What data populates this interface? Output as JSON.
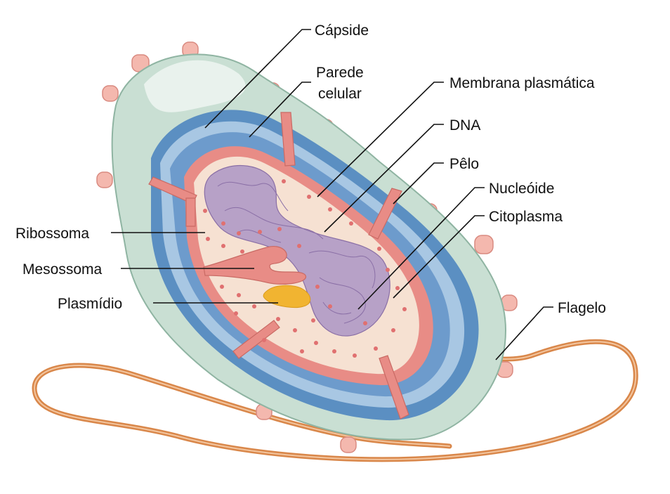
{
  "labels": {
    "capside": "Cápside",
    "parede_line1": "Parede",
    "parede_line2": "celular",
    "membrana": "Membrana plasmática",
    "dna": "DNA",
    "pelo": "Pêlo",
    "nucleoide": "Nucleóide",
    "citoplasma": "Citoplasma",
    "flagelo": "Flagelo",
    "ribossoma": "Ribossoma",
    "mesossoma": "Mesossoma",
    "plasmidio": "Plasmídio"
  },
  "colors": {
    "capsule_fill": "#c9dfd3",
    "capsule_stroke": "#8fb4a2",
    "wall_dark": "#5b8fc2",
    "wall_light": "#a8c7e3",
    "membrane": "#e88c86",
    "cytoplasm": "#f6e1d2",
    "nucleoid": "#b7a1c7",
    "nucleoid_line": "#8a6fa6",
    "ribosome": "#e07070",
    "plasmid": "#f1b431",
    "pili": "#f4b8ae",
    "flagellum": "#d9874a"
  },
  "icons": {
    "bacterium": "bacterium-cell-illustration"
  }
}
